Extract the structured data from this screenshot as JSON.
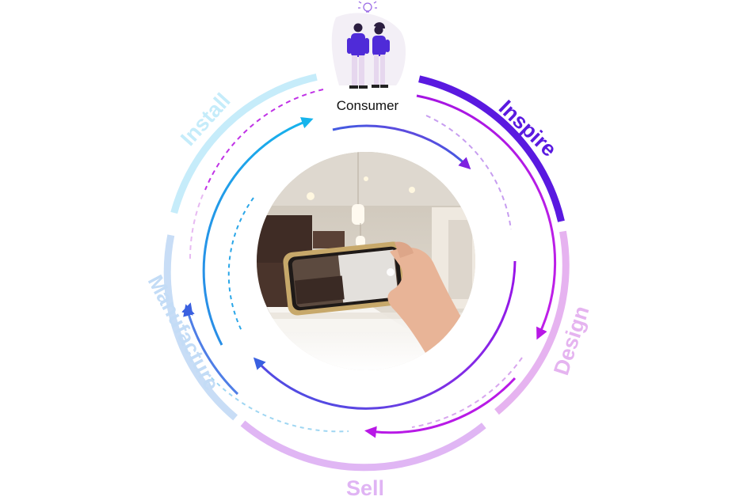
{
  "consumer": {
    "label": "Consumer"
  },
  "stages": [
    {
      "label": "Inspire",
      "color": "#5a19e0"
    },
    {
      "label": "Design",
      "color": "#e5b4f0"
    },
    {
      "label": "Sell",
      "color": "#e0b4f4"
    },
    {
      "label": "Manufacture",
      "color": "#c3dcf6"
    },
    {
      "label": "Install",
      "color": "#c5ecfa"
    }
  ],
  "colors": {
    "accent_purple": "#5a19e0",
    "magenta": "#b518e6",
    "blue": "#2a63e0",
    "cyan": "#16b4ec",
    "figure_shirt": "#4f2bd8",
    "figure_pants": "#e4d5ee"
  },
  "icons": [
    "lightbulb-icon",
    "consumer-figures",
    "kitchen-ar-photo",
    "phone-in-hand"
  ]
}
